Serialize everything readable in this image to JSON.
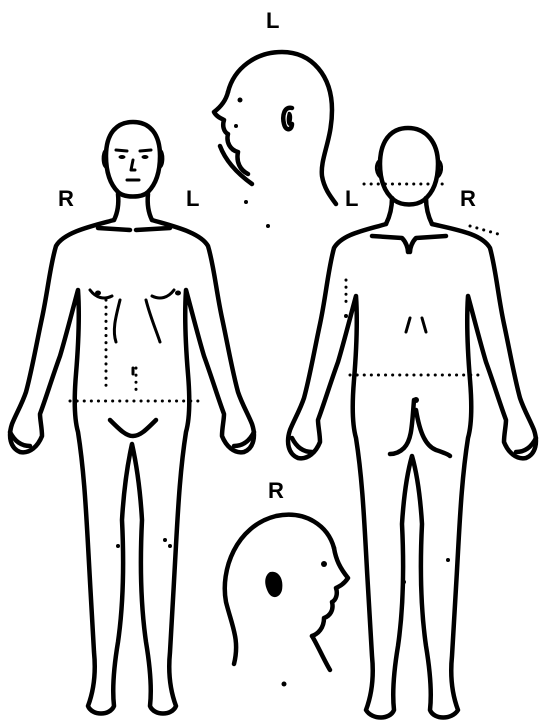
{
  "labels": {
    "head_left_side": "L",
    "front_right": "R",
    "front_left": "L",
    "back_left": "L",
    "back_right": "R",
    "head_right_side": "R"
  },
  "colors": {
    "ink": "#000000",
    "paper": "#ffffff"
  }
}
